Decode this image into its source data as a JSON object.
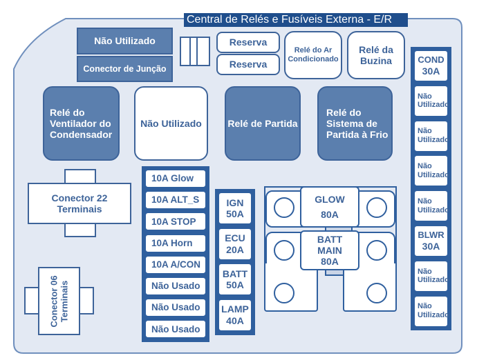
{
  "title": "Central de Relés e Fusíveis Externa - E/R",
  "colors": {
    "panel_fill": "#e3e9f3",
    "panel_stroke": "#6f8fbd",
    "dark_fill": "#5b7fae",
    "accent": "#2f5f9e",
    "title_bg": "#1f4e8c",
    "text_blue": "#3d6399"
  },
  "top_left": {
    "nao_utilizado": "Não Utilizado",
    "conector_juncao": "Conector de Junção"
  },
  "reserva": [
    "Reserva",
    "Reserva"
  ],
  "rele_ar": "Relé do Ar Condicionado",
  "rele_buzina": "Relé da Buzina",
  "relays_mid": [
    "Relé do Ventilador do Condensador",
    "Não Utilizado",
    "Relé de Partida",
    "Relé do Sistema de Partida à Frio"
  ],
  "right_fuses": [
    {
      "name": "COND",
      "amp": "30A"
    },
    {
      "name": "Não Utilizado",
      "amp": ""
    },
    {
      "name": "Não Utilizado",
      "amp": ""
    },
    {
      "name": "Não Utilizado",
      "amp": ""
    },
    {
      "name": "Não Utilizado",
      "amp": ""
    },
    {
      "name": "BLWR",
      "amp": "30A"
    },
    {
      "name": "Não Utilizado",
      "amp": ""
    },
    {
      "name": "Não Utilizado",
      "amp": ""
    }
  ],
  "conector22": "Conector 22 Terminais",
  "conector06": "Conector 06 Terminais",
  "mini_fuses": [
    "10A Glow",
    "10A ALT_S",
    "10A STOP",
    "10A Horn",
    "10A A/CON",
    "Não Usado",
    "Não Usado",
    "Não Usado"
  ],
  "maxi_fuses": [
    {
      "name": "IGN",
      "amp": "50A"
    },
    {
      "name": "ECU",
      "amp": "20A"
    },
    {
      "name": "BATT",
      "amp": "50A"
    },
    {
      "name": "LAMP",
      "amp": "40A"
    }
  ],
  "mega_fuses": [
    {
      "name": "GLOW",
      "amp": "80A"
    },
    {
      "name": "BATT MAIN",
      "amp": "80A"
    }
  ]
}
